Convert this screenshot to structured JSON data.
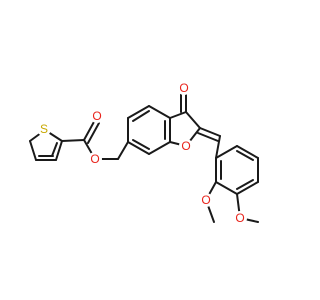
{
  "molecule": {
    "colors": {
      "bond": "#1a1a1a",
      "oxygen": "#e8231b",
      "sulfur": "#c8a800",
      "background": "#ffffff"
    },
    "atoms": {
      "thiophene_s": "S",
      "ester_o_carbonyl": "O",
      "ester_o_link": "O",
      "ketone_o": "O",
      "furan_o": "O",
      "methoxy_o_2": "O",
      "methoxy_o_4": "O"
    }
  }
}
